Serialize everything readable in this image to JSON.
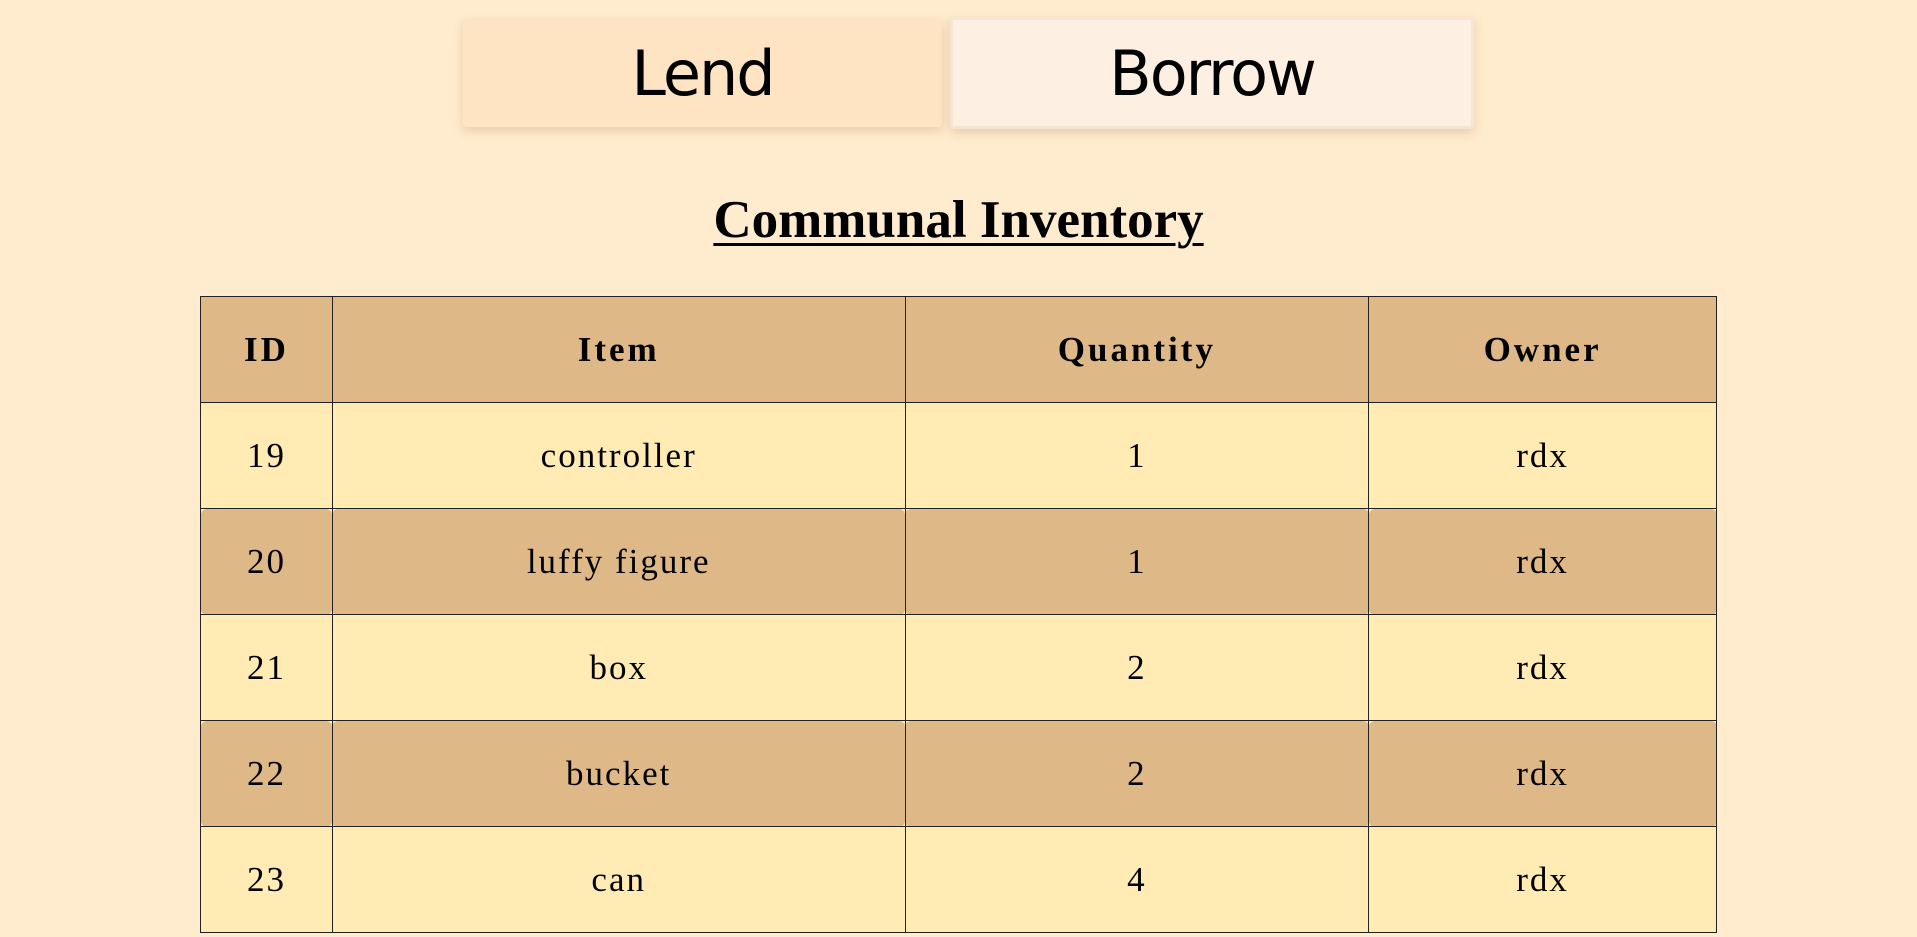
{
  "nav": {
    "lend_label": "Lend",
    "borrow_label": "Borrow"
  },
  "page_title": "Communal Inventory",
  "table": {
    "headers": {
      "id": "ID",
      "item": "Item",
      "quantity": "Quantity",
      "owner": "Owner"
    },
    "rows": [
      {
        "id": "19",
        "item": "controller",
        "quantity": "1",
        "owner": "rdx"
      },
      {
        "id": "20",
        "item": "luffy figure",
        "quantity": "1",
        "owner": "rdx"
      },
      {
        "id": "21",
        "item": "box",
        "quantity": "2",
        "owner": "rdx"
      },
      {
        "id": "22",
        "item": "bucket",
        "quantity": "2",
        "owner": "rdx"
      },
      {
        "id": "23",
        "item": "can",
        "quantity": "4",
        "owner": "rdx"
      }
    ]
  },
  "colors": {
    "page_background": "#ffebcd",
    "header_background": "#deb887",
    "odd_row_background": "#ffebb3",
    "lend_tab_background": "#ffe4c4",
    "borrow_tab_background": "#fdf0e2"
  }
}
